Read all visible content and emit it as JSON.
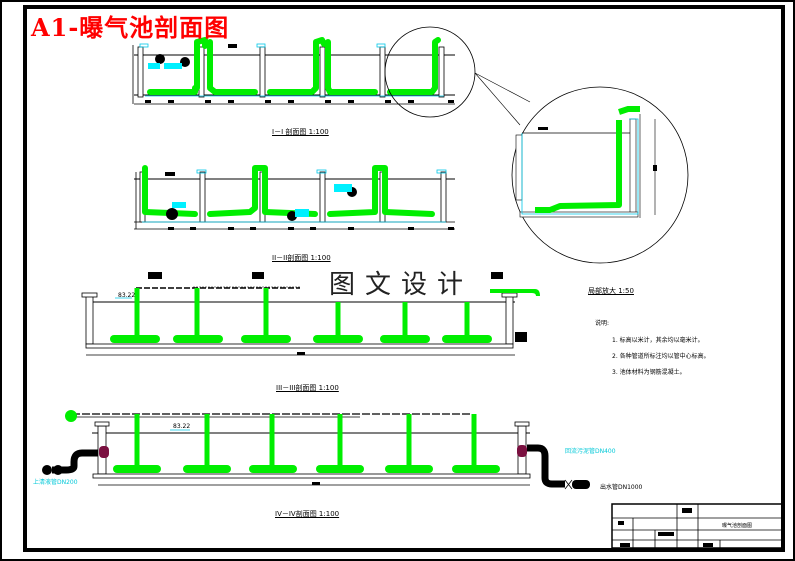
{
  "drawing": {
    "title": "A1-曝气池剖面图",
    "watermark": "图文设计",
    "colors": {
      "title": "#ff0000",
      "pipe_green": "#00ee00",
      "outline_cyan": "#00c8e8",
      "flange_maroon": "#7a1040",
      "line": "#000000"
    }
  },
  "sections": [
    {
      "id": "1-1",
      "caption": "I－I 剖面图 1:100"
    },
    {
      "id": "2-2",
      "caption": "II－II剖面图 1:100"
    },
    {
      "id": "3-3",
      "caption": "III－III剖面图 1:100",
      "water_level": "83.22"
    },
    {
      "id": "4-4",
      "caption": "IV－IV剖面图 1:100",
      "water_level": "83.22"
    }
  ],
  "detail": {
    "caption": "局部放大 1:50"
  },
  "notes": {
    "heading": "说明:",
    "items": [
      "1. 标高以米计，其余均以毫米计。",
      "2. 各种管道所标注均以管中心标高。",
      "3. 池体材料为钢筋混凝土。"
    ]
  },
  "pipe_labels": {
    "inlet": "上清液管DN200",
    "return_sludge": "回流污泥管DN400",
    "outlet": "出水管DN1000"
  },
  "title_block": {
    "drawing_name": "曝气池剖面图"
  }
}
